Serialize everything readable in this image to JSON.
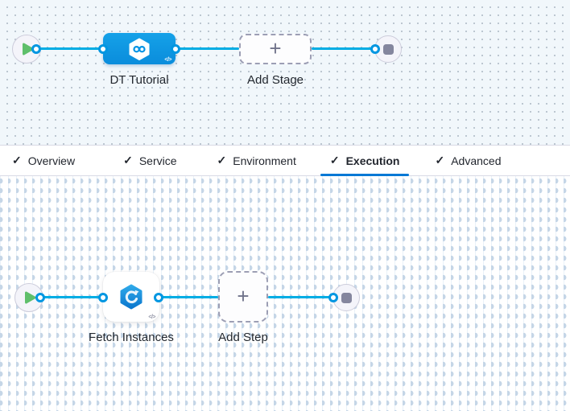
{
  "stage_pipeline": {
    "stage_label": "DT Tutorial",
    "add_stage_label": "Add Stage",
    "plus_glyph": "+",
    "code_glyph": "</>"
  },
  "tabs": {
    "check_glyph": "✓",
    "active_tab": "Execution",
    "items": [
      {
        "label": "Overview",
        "checked": true,
        "active": false
      },
      {
        "label": "Service",
        "checked": true,
        "active": false
      },
      {
        "label": "Environment",
        "checked": true,
        "active": false
      },
      {
        "label": "Execution",
        "checked": true,
        "active": true
      },
      {
        "label": "Advanced",
        "checked": true,
        "active": false
      }
    ]
  },
  "execution_pipeline": {
    "step_label": "Fetch Instances",
    "add_step_label": "Add Step",
    "plus_glyph": "+",
    "code_glyph": "</>"
  },
  "colors": {
    "edge_blue": "#00ADE4",
    "node_blue": "#0092E4",
    "tab_underline_blue": "#0278D5",
    "start_green": "#5FBF6B",
    "end_gray": "#84869E"
  }
}
